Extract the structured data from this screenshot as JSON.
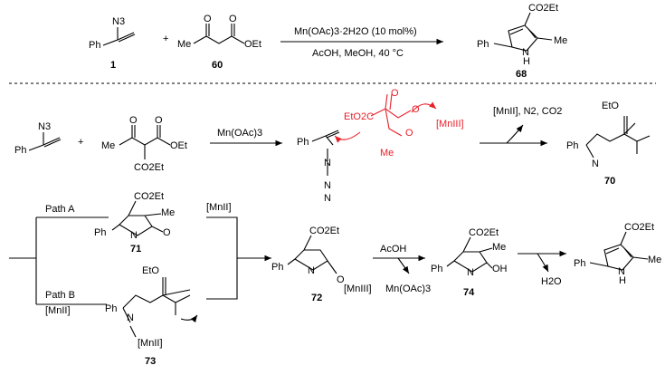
{
  "reaction_top": {
    "reactant1": {
      "azide": "N3",
      "phenyl": "Ph",
      "number": "1"
    },
    "plus": "+",
    "reactant2": {
      "methyl": "Me",
      "ester": "OEt",
      "number": "60"
    },
    "conditions_above": "Mn(OAc)3·2H2O (10 mol%)",
    "conditions_below": "AcOH, MeOH, 40 °C",
    "product": {
      "ester": "CO2Et",
      "phenyl": "Ph",
      "methyl": "Me",
      "nh": "N",
      "h": "H",
      "number": "68"
    }
  },
  "mechanism_row1": {
    "azide": "N3",
    "phenyl": "Ph",
    "plus": "+",
    "malonate": {
      "methyl": "Me",
      "ester_top": "OEt",
      "ester_bottom": "CO2Et"
    },
    "reagent": "Mn(OAc)3",
    "complex": {
      "phenyl": "Ph",
      "ester": "EtO2C",
      "methyl": "Me",
      "mn": "[MnIII]",
      "o1": "O",
      "o2": "O",
      "o3": "O"
    },
    "byproducts": "[MnII], N2, CO2",
    "product": {
      "ester": "EtO",
      "phenyl": "Ph",
      "n": "N",
      "number": "70"
    }
  },
  "mechanism_row2": {
    "path_a": "Path A",
    "path_b": "Path B",
    "mn2_below_b": "[MnII]",
    "mn2_above": "[MnII]",
    "radical71": {
      "ester": "CO2Et",
      "methyl": "Me",
      "phenyl": "Ph",
      "n": "N",
      "o": "O",
      "number": "71"
    },
    "radical73": {
      "ester": "EtO",
      "phenyl": "Ph",
      "n": "N",
      "mn": "[MnII]",
      "number": "73"
    },
    "intermediate72": {
      "ester": "CO2Et",
      "phenyl": "Ph",
      "n": "N",
      "o": "O",
      "mn": "[MnIII]",
      "number": "72"
    },
    "acoh": "AcOH",
    "mnoac": "Mn(OAc)3",
    "intermediate74": {
      "ester": "CO2Et",
      "methyl": "Me",
      "oh": "OH",
      "phenyl": "Ph",
      "n": "N",
      "number": "74"
    },
    "water": "H2O",
    "final": {
      "ester": "CO2Et",
      "methyl": "Me",
      "phenyl": "Ph",
      "n": "N",
      "h": "H"
    }
  }
}
